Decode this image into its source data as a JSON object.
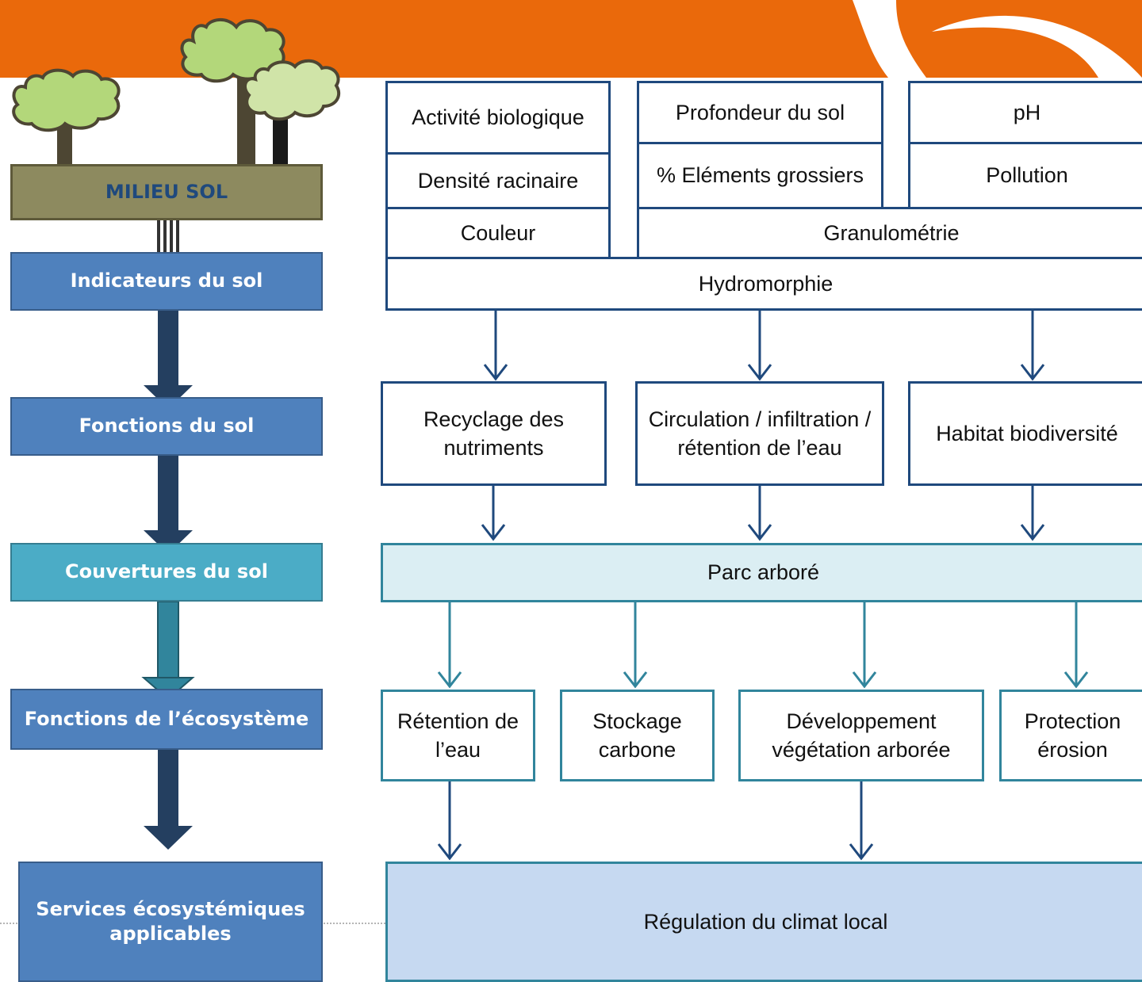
{
  "colors": {
    "header": "#ea690b",
    "stage_blue": "#4f81bd",
    "stage_teal": "#4bacc6",
    "soil_panel": "#8d8a5f",
    "dark_navy": "#1f497d",
    "teal_line": "#31859c",
    "light_teal_fill": "#dbeef3",
    "light_blue_fill": "#c6d9f1"
  },
  "stages": {
    "milieu": "MILIEU SOL",
    "indicateurs": "Indicateurs du sol",
    "fonctions_sol": "Fonctions du sol",
    "couvertures": "Couvertures du sol",
    "fonctions_eco": "Fonctions de l’écosystème",
    "services": "Services écosystémiques applicables"
  },
  "indicators": {
    "activite": "Activité biologique",
    "densite": "Densité racinaire",
    "couleur": "Couleur",
    "profondeur": "Profondeur du sol",
    "elements": "% Eléments grossiers",
    "ph": "pH",
    "pollution": "Pollution",
    "granulometrie": "Granulométrie",
    "hydromorphie": "Hydromorphie"
  },
  "soil_functions": {
    "recyclage": "Recyclage des nutriments",
    "circulation": "Circulation / infiltration / rétention de l’eau",
    "habitat": "Habitat biodiversité"
  },
  "land_cover": "Parc arboré",
  "eco_functions": {
    "retention": "Rétention de l’eau",
    "stockage": "Stockage carbone",
    "developpement": "Développement végétation arborée",
    "protection": "Protection érosion"
  },
  "service": "Régulation du climat local"
}
